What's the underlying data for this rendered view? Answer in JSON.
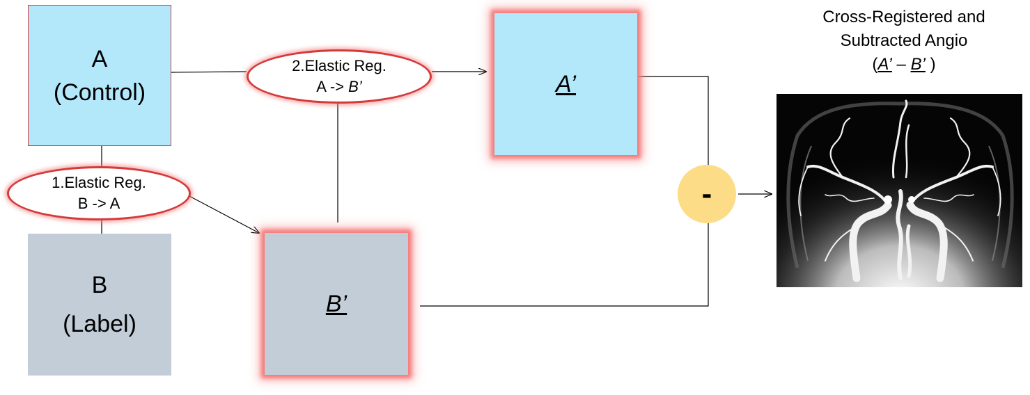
{
  "boxes": {
    "a": {
      "line1": "A",
      "line2": "(Control)"
    },
    "b": {
      "line1": "B",
      "line2": "(Label)"
    },
    "a_prime": {
      "label": "A’"
    },
    "b_prime": {
      "label": "B’"
    }
  },
  "steps": {
    "step1": {
      "line1": "1.Elastic Reg.",
      "line2": "B -> A"
    },
    "step2": {
      "line1": "2.Elastic Reg.",
      "line2_prefix": "A -> ",
      "line2_target": "B’"
    }
  },
  "operator": {
    "symbol": "-"
  },
  "result": {
    "title_line1": "Cross-Registered and",
    "title_line2": "Subtracted Angio",
    "formula_open": "(",
    "formula_a": "A’",
    "formula_op": " – ",
    "formula_b": "B’",
    "formula_close": " )"
  },
  "colors": {
    "control_box": "#b3e8fa",
    "label_box": "#c2cdd8",
    "glow": "#f47a7a",
    "ellipse_border": "#d43a3a",
    "operator_fill": "#fddc87"
  }
}
